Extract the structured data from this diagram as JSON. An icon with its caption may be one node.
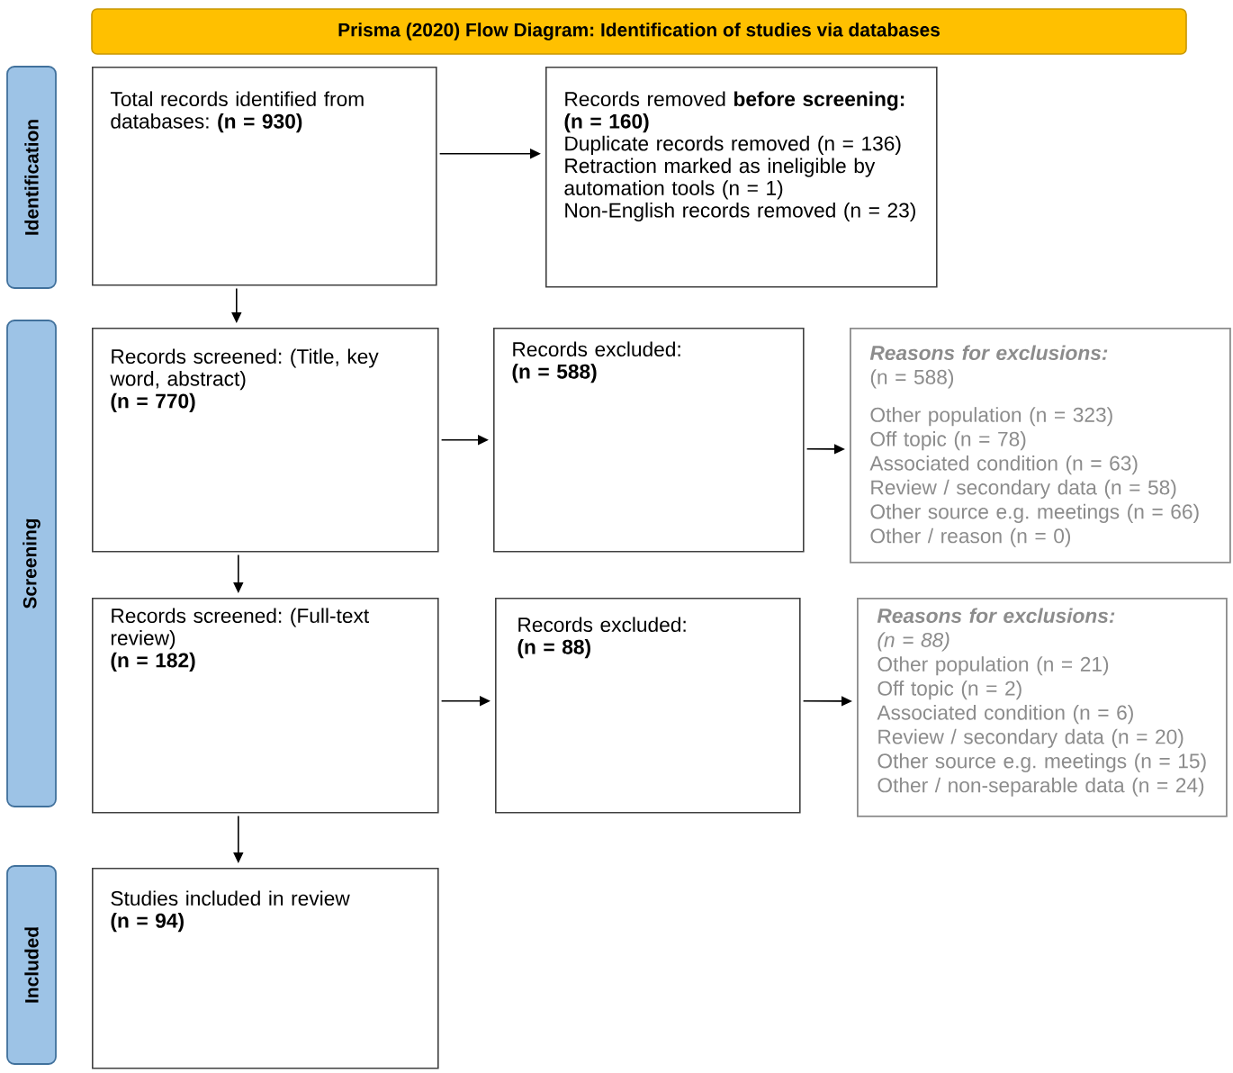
{
  "diagram": {
    "title": "Prisma (2020) Flow Diagram: Identification of studies via databases",
    "nodes": [
      {
        "text": [
          "Identification"
        ]
      },
      {
        "text": [
          "Total records identified from databases: **(n = 930)**"
        ]
      },
      {
        "text": [
          "Records removed **before screening:**",
          "(n = 160)",
          "Duplicate records removed (n = 136)",
          "Retraction marked as ineligible by automation tools (n = 1)",
          "Non-English records removed (n = 23)"
        ]
      },
      {
        "text": [
          "Screening"
        ]
      },
      {
        "text": [
          "Records screened: (Title, key word, abstract)",
          "(n = 770)"
        ]
      },
      {
        "text": [
          "Records excluded:",
          "(n = 588)"
        ]
      },
      {
        "text": [
          "Reasons for exclusions:",
          "(n = 588)",
          "Other population (n = 323)",
          "Off topic (n = 78)",
          "Associated condition (n = 63)",
          "Review / secondary data (n = 58)",
          "Other source e.g. meetings (n = 66)",
          "Other / reason (n = 0)"
        ]
      },
      {
        "text": [
          "Records screened: (Full-text review)",
          "(n = 182)"
        ]
      },
      {
        "text": [
          "Records excluded:",
          "(n = 88)"
        ]
      },
      {
        "text": [
          "Reasons for exclusions:",
          "(n = 88)",
          "Other population (n = 21)",
          "Off topic (n = 2)",
          "Associated condition (n = 6)",
          "Review / secondary data (n = 20)",
          "Other source e.g. meetings (n = 15)",
          "Other / non-separable data (n = 24)"
        ]
      },
      {
        "text": [
          "Included"
        ]
      },
      {
        "text": [
          "Studies included in review",
          "(n = 94)"
        ]
      }
    ],
    "edges": [
      {
        "from": 1,
        "to": 2,
        "arrow": "to"
      },
      {
        "from": 1,
        "to": 4,
        "arrow": "to"
      },
      {
        "from": 4,
        "to": 5,
        "arrow": "to"
      },
      {
        "from": 5,
        "to": 6,
        "arrow": "to"
      },
      {
        "from": 4,
        "to": 7,
        "arrow": "to"
      },
      {
        "from": 7,
        "to": 8,
        "arrow": "to"
      },
      {
        "from": 8,
        "to": 9,
        "arrow": "to"
      },
      {
        "from": 7,
        "to": 11,
        "arrow": "to"
      }
    ]
  }
}
